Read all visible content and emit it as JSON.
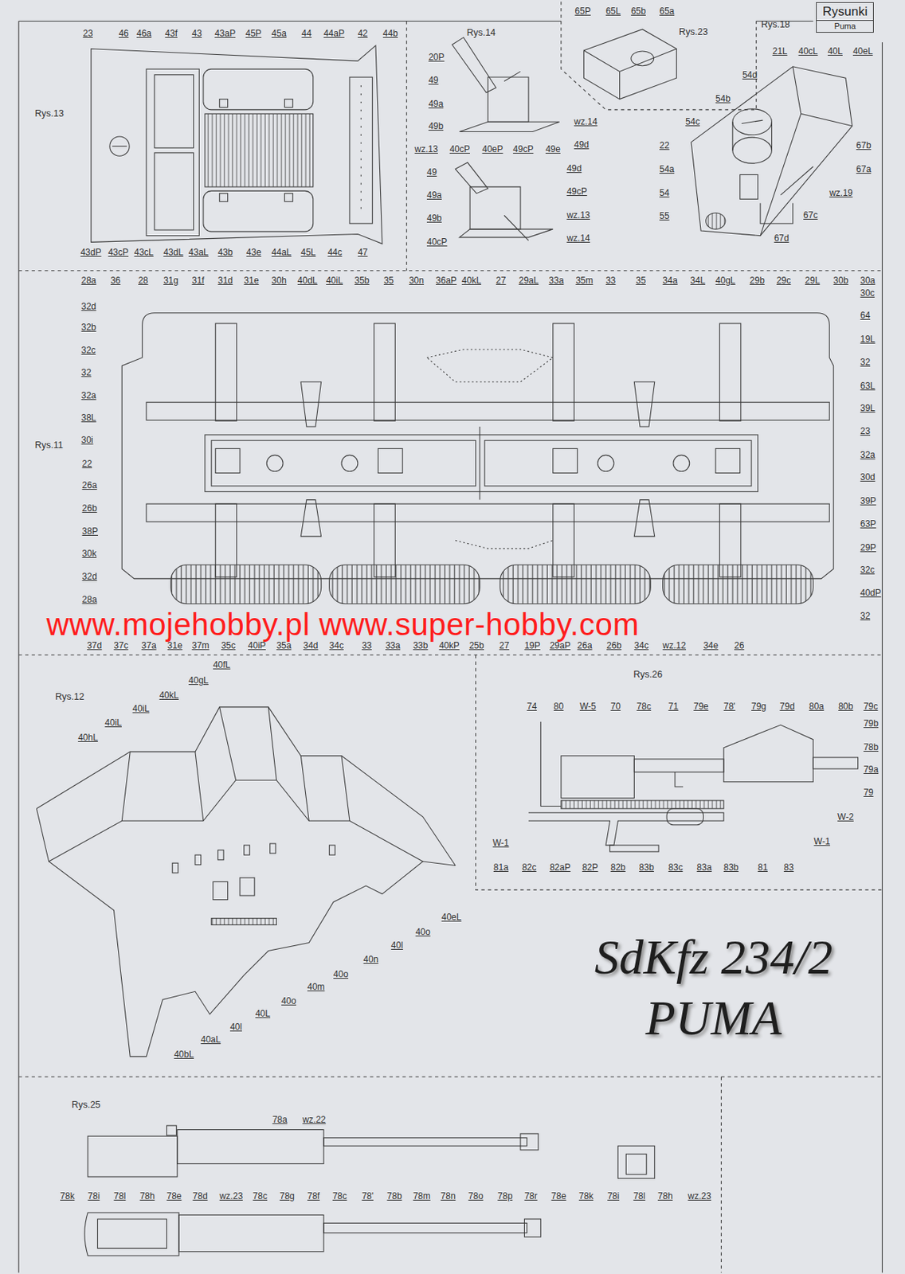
{
  "diagram": {
    "title": "SdKfz 234/2 PUMA",
    "nodes": [
      {
        "text": [
          "Rysunki",
          "Puma"
        ]
      }
    ],
    "labels": [
      "23",
      "46",
      "46a",
      "43f",
      "43",
      "43aP",
      "45P",
      "45a",
      "44",
      "44aP",
      "42",
      "44b",
      "Rys.13",
      "43dP",
      "43cP",
      "43cL",
      "43dL",
      "43aL",
      "43b",
      "43e",
      "44aL",
      "45L",
      "44c",
      "47",
      "Rys.14",
      "20P",
      "49",
      "49a",
      "49b",
      "wz.13",
      "40cP",
      "40eP",
      "49cP",
      "49e",
      "wz.14",
      "49d",
      "49",
      "49a",
      "49b",
      "40cP",
      "49d",
      "49cP",
      "wz.13",
      "wz.14",
      "65P",
      "65L",
      "65b",
      "65a",
      "Rys.23",
      "Rys.18",
      "21L",
      "40cL",
      "40L",
      "40eL",
      "54d",
      "54b",
      "54c",
      "22",
      "54a",
      "54",
      "55",
      "67b",
      "67a",
      "wz.19",
      "67c",
      "67d",
      "28a",
      "36",
      "28",
      "31g",
      "31f",
      "31d",
      "31e",
      "30h",
      "40dL",
      "40iL",
      "35b",
      "35",
      "30n",
      "36aP",
      "40kL",
      "27",
      "29aL",
      "33a",
      "35m",
      "33",
      "35",
      "34a",
      "34L",
      "40gL",
      "29b",
      "29c",
      "29L",
      "30b",
      "30a",
      "32d",
      "32b",
      "32c",
      "32",
      "32a",
      "38L",
      "30i",
      "Rys.11",
      "22",
      "26a",
      "26b",
      "38P",
      "30k",
      "32d",
      "28a",
      "30c",
      "64",
      "19L",
      "32",
      "63L",
      "39L",
      "23",
      "32a",
      "30d",
      "39P",
      "63P",
      "29P",
      "32c",
      "40dP",
      "32",
      "37d",
      "37c",
      "37a",
      "31e",
      "37m",
      "35c",
      "40iP",
      "35a",
      "34d",
      "34c",
      "33",
      "33a",
      "33b",
      "40kP",
      "25b",
      "27",
      "19P",
      "29aP",
      "26a",
      "26b",
      "34c",
      "wz.12",
      "34e",
      "26",
      "www.mojehobby.pl www.super-hobby.com",
      "Rys.12",
      "40fL",
      "40gL",
      "40kL",
      "40iL",
      "40iL",
      "40hL",
      "40eL",
      "40o",
      "40l",
      "40n",
      "40o",
      "40m",
      "40o",
      "40L",
      "40l",
      "40aL",
      "40bL",
      "Rys.26",
      "74",
      "80",
      "W-5",
      "70",
      "78c",
      "71",
      "79e",
      "78'",
      "79g",
      "79d",
      "80a",
      "80b",
      "79c",
      "79b",
      "78b",
      "79a",
      "79",
      "W-2",
      "W-1",
      "W-1",
      "81a",
      "82c",
      "82aP",
      "82P",
      "82b",
      "83b",
      "83c",
      "83a",
      "83b",
      "81",
      "83",
      "Rys.25",
      "78a",
      "wz.22",
      "78k",
      "78i",
      "78l",
      "78h",
      "78e",
      "78d",
      "wz.23",
      "78c",
      "78g",
      "78f",
      "78c",
      "78'",
      "78b",
      "78m",
      "78n",
      "78o",
      "78p",
      "78r",
      "78e",
      "78k",
      "78i",
      "78l",
      "78h",
      "wz.23"
    ]
  }
}
